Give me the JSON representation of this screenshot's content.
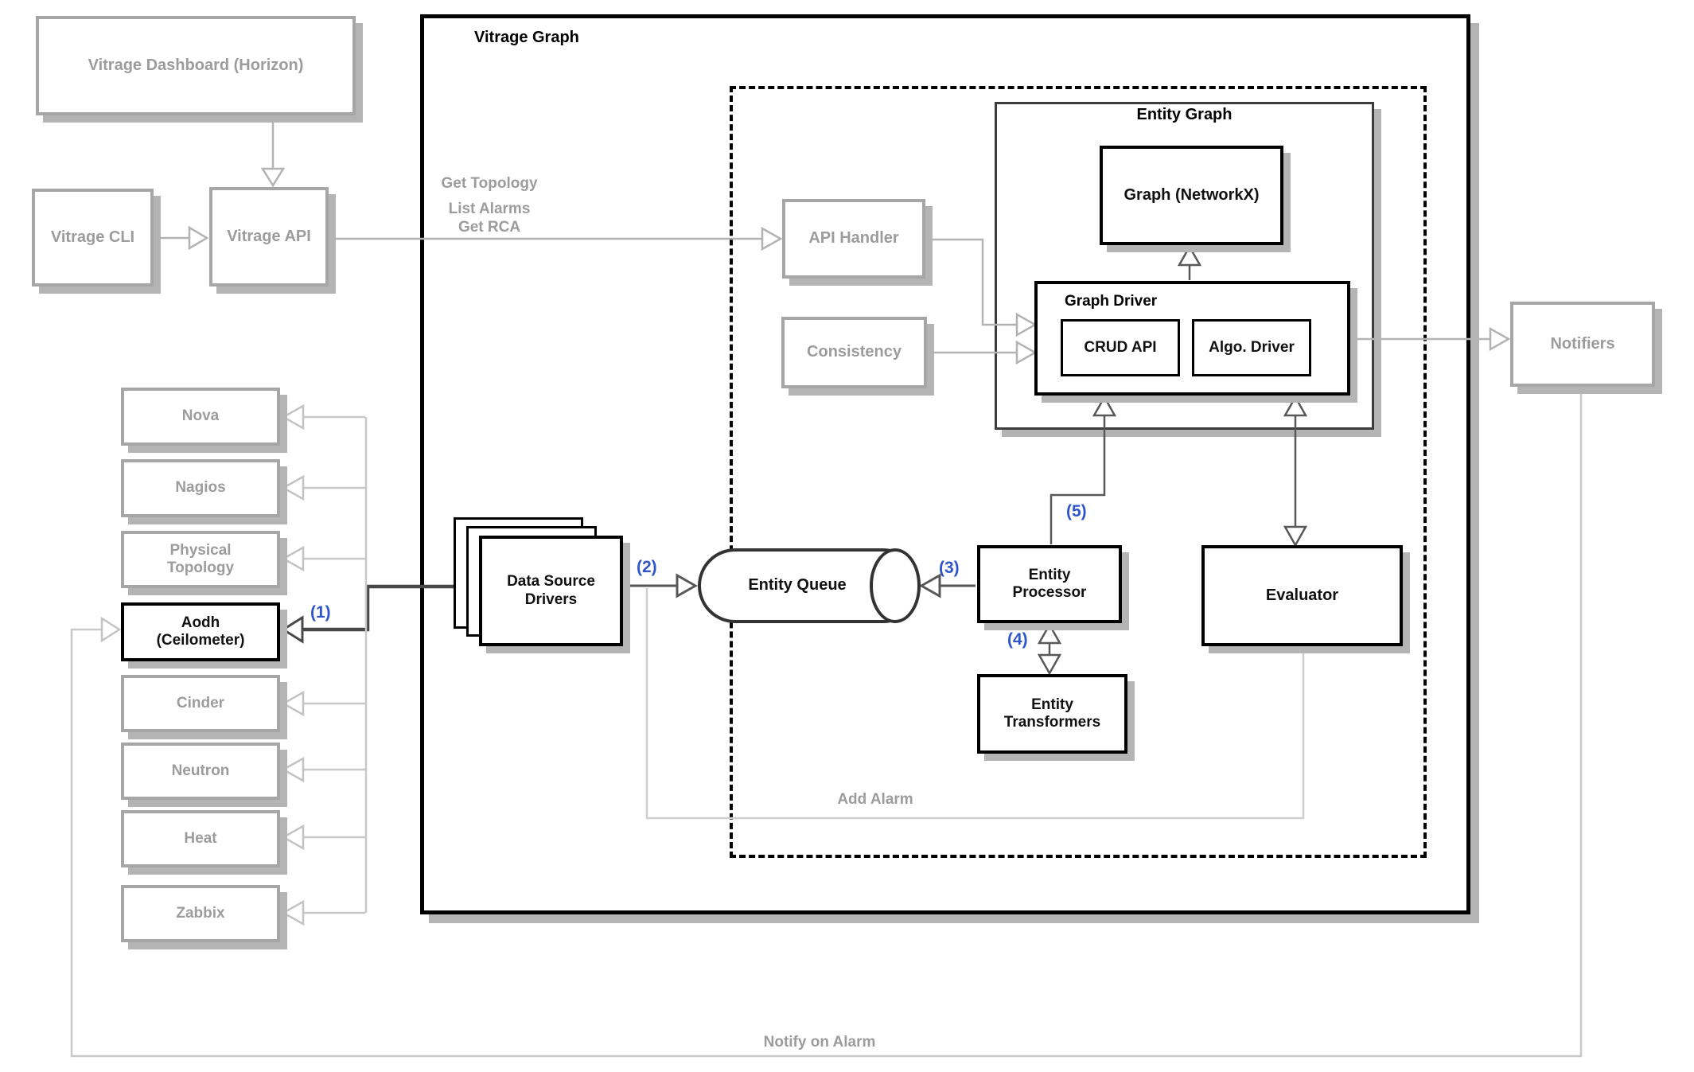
{
  "titles": {
    "vitrage_graph": "Vitrage Graph",
    "entity_graph": "Entity Graph",
    "graph_driver": "Graph Driver"
  },
  "external": {
    "dashboard": "Vitrage Dashboard (Horizon)",
    "cli": "Vitrage CLI",
    "api": "Vitrage API",
    "notifiers": "Notifiers"
  },
  "internal": {
    "api_handler": "API Handler",
    "consistency": "Consistency",
    "graph_networkx": "Graph (NetworkX)",
    "crud_api": "CRUD API",
    "algo_driver": "Algo. Driver",
    "data_source_drivers": "Data Source Drivers",
    "entity_queue": "Entity Queue",
    "entity_processor": "Entity Processor",
    "entity_transformers": "Entity Transformers",
    "evaluator": "Evaluator"
  },
  "data_sources": [
    {
      "label": "Nova",
      "highlighted": false
    },
    {
      "label": "Nagios",
      "highlighted": false
    },
    {
      "label": "Physical Topology",
      "highlighted": false
    },
    {
      "label": "Aodh (Ceilometer)",
      "highlighted": true
    },
    {
      "label": "Cinder",
      "highlighted": false
    },
    {
      "label": "Neutron",
      "highlighted": false
    },
    {
      "label": "Heat",
      "highlighted": false
    },
    {
      "label": "Zabbix",
      "highlighted": false
    }
  ],
  "flow_labels": {
    "api_call_1": "Get Topology",
    "api_call_2": "List Alarms",
    "api_call_3": "Get RCA",
    "step1": "(1)",
    "step2": "(2)",
    "step3": "(3)",
    "step4": "(4)",
    "step5": "(5)",
    "add_alarm": "Add Alarm",
    "notify_on_alarm": "Notify on Alarm"
  },
  "colors": {
    "accent_blue": "#2f55cb",
    "inactive_gray": "#9c9c9c",
    "line_light": "#c8c8c8",
    "line_dark": "#585858",
    "black": "#000000"
  }
}
